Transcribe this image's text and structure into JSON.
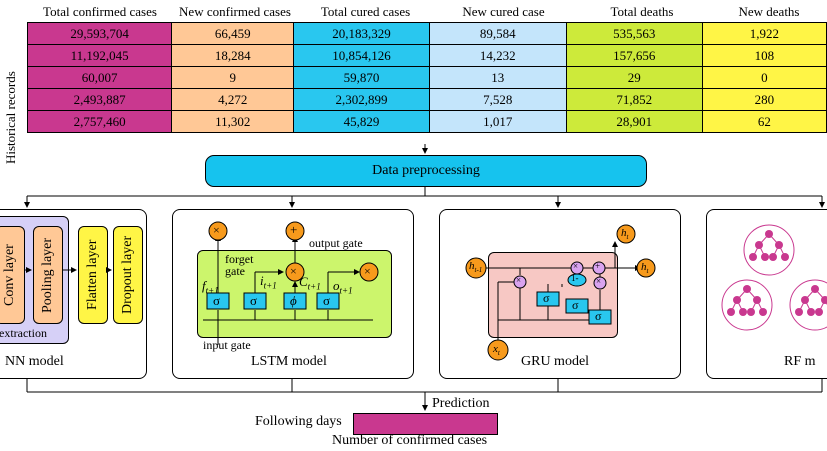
{
  "headers": [
    "Total confirmed cases",
    "New confirmed cases",
    "Total cured cases",
    "New cured case",
    "Total deaths",
    "New deaths"
  ],
  "side_label": "Historical records",
  "rows": [
    [
      "29,593,704",
      "66,459",
      "20,183,329",
      "89,584",
      "535,563",
      "1,922"
    ],
    [
      "11,192,045",
      "18,284",
      "10,854,126",
      "14,232",
      "157,656",
      "108"
    ],
    [
      "60,007",
      "9",
      "59,870",
      "13",
      "29",
      "0"
    ],
    [
      "2,493,887",
      "4,272",
      "2,302,899",
      "7,528",
      "71,852",
      "280"
    ],
    [
      "2,757,460",
      "11,302",
      "45,829",
      "1,017",
      "28,901",
      "62"
    ]
  ],
  "preprocessing": "Data preprocessing",
  "cnn": {
    "conv": "Conv layer",
    "pool": "Pooling layer",
    "flatten": "Flatten layer",
    "dropout": "Dropout layer",
    "extraction": "extraction",
    "label": "NN model"
  },
  "lstm": {
    "forget": "forget\ngate",
    "output_gate": "output gate",
    "input_gate": "input gate",
    "label": "LSTM model",
    "f": "f",
    "f_sub": "t+1",
    "i": "i",
    "i_sub": "t+1",
    "c": "C",
    "c_sub": "t+1",
    "o": "o",
    "o_sub": "t+1",
    "sigma": "σ",
    "phi": "ϕ",
    "times": "×",
    "plus": "+"
  },
  "gru": {
    "label": "GRU model",
    "h_prev": "h",
    "h_prev_sub": "t-1",
    "h_out": "h",
    "h_out_sub": "t",
    "x": "x",
    "x_sub": "t",
    "minus": "1-"
  },
  "rf": {
    "label": "RF m"
  },
  "prediction": "Prediction",
  "following_days": "Following days",
  "confirmed": "Number of confirmed cases",
  "colors": {
    "magenta": "#c9388f",
    "peach": "#ffc896",
    "cyan": "#29c7ef",
    "lightblue": "#c4e5fb",
    "lime": "#cdea3a",
    "yellow": "#fff546",
    "lstm_green": "#ccf56c",
    "orange": "#f79a1c",
    "gru_pink": "#f7c8c4",
    "purple": "#d9a3ef"
  }
}
